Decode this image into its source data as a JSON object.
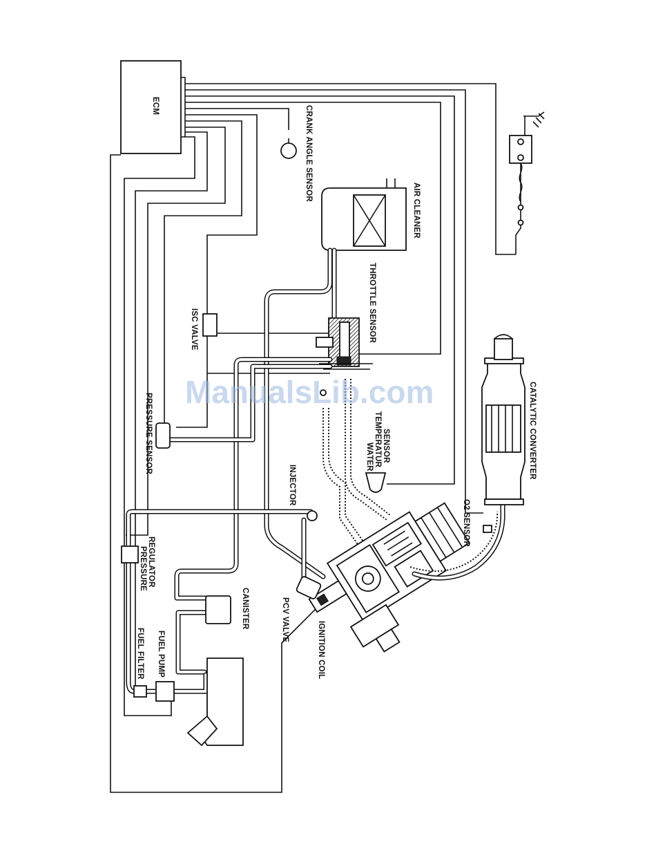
{
  "labels": {
    "ecm": "ECM",
    "crank_angle_sensor": "CRANK ANGLE SENSOR",
    "air_cleaner": "AIR CLEANER",
    "throttle_sensor": "THROTTLE SENSOR",
    "isc_valve": "ISC VALVE",
    "pressure_sensor": "PRESSURE SENSOR",
    "water_temperature_sensor": [
      "WATER",
      "TEMPERATUR",
      "SENSOR"
    ],
    "injector": "INJECTOR",
    "pressure_regulator": [
      "PRESSURE",
      "REGULATOR"
    ],
    "canister": "CANISTER",
    "pcv_valve": "PCV VALVE",
    "ignition_coil": "IGNITION COIL",
    "fuel_filter": "FUEL FILTER",
    "fuel_pump": "FUEL PUMP",
    "o2_sensor": "O2 SENSOR",
    "catalytic_converter": "CATALYTIC CONVERTER"
  },
  "watermark": "ManualsLib.com"
}
